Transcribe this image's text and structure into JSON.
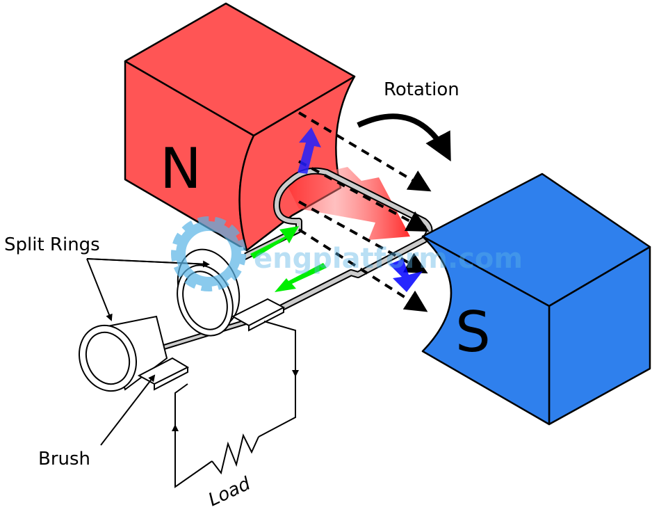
{
  "labels": {
    "rotation": "Rotation",
    "split_rings": "Split Rings",
    "brush": "Brush",
    "load": "Load",
    "north_pole": "N",
    "south_pole": "S"
  },
  "watermark": "engplatform.com",
  "colors": {
    "north_magnet": "#ff5555",
    "south_magnet": "#2f80ed",
    "force_arrow": "#00ff00",
    "current_arrow_up": "#0000ff",
    "field_arrow": "#ff2020",
    "coil": "#cccccc"
  }
}
